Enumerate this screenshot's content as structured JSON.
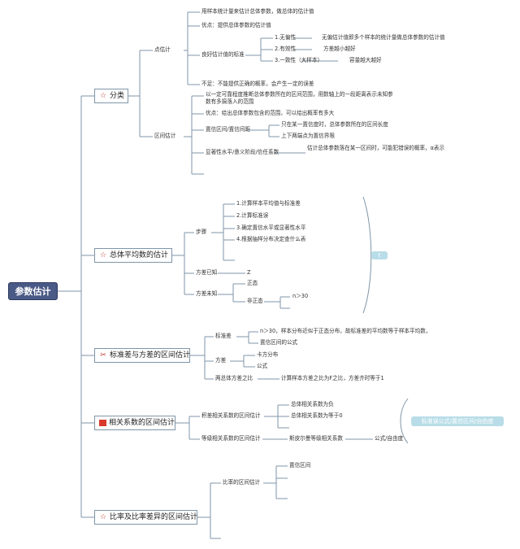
{
  "root": "参数估计",
  "branches": [
    {
      "label": "分类",
      "icon": "star-icon"
    },
    {
      "label": "总体平均数的估计",
      "icon": "star-icon"
    },
    {
      "label": "标准差与方差的区间估计",
      "icon": "tools-icon"
    },
    {
      "label": "相关系数的区间估计",
      "icon": "flag-icon"
    },
    {
      "label": "比率及比率差异的区间估计",
      "icon": "star-icon"
    }
  ],
  "b1": {
    "point": "点估计",
    "p1": "用样本统计量来估计总体参数，做总体的估计值",
    "p2": "优点：提供总体参数的估计值",
    "good": "良好估计值的标准",
    "g1": "1.无偏性",
    "g1d": "无偏估计值即多个样本的统计量做总体参数的估计值",
    "g2": "2.有效性",
    "g2d": "方差越小越好",
    "g3": "3.一致性（大样本）",
    "g3d": "容量越大越好",
    "p4": "不足：不能提供正确的概率，会产生一定的误差",
    "interval": "区间估计",
    "i1": "以一定可靠程度推断总体参数所在的区间范围，用数轴上的一段距离表示未知参数有多搞落入的范围",
    "i2": "优点：给出总体参数包含的范围，可以给出概率有多大",
    "ci": "置信区间/置信间距",
    "ci1": "只在某一置信度时，总体参数所在的区间长度",
    "ci2": "上下两端点为置信界限",
    "sig": "显著性水平/意义阶段/信任系数",
    "sigd": "估计总体参数落在某一区间时，可能犯错误的概率，α表示"
  },
  "b2": {
    "steps": "步骤",
    "s1": "1.计算样本平均值与标准差",
    "s2": "2.计算标准误",
    "s3": "3.确定置信水平或显著性水平",
    "s4": "4.根据抽样分布决定查什么表",
    "known": "方差已知",
    "z": "Z",
    "unknown": "方差未知",
    "normal": "正态",
    "nonnormal": "非正态",
    "n30": "n＞30",
    "pill": "t"
  },
  "b3": {
    "sd": "标准差",
    "sd1": "n＞30，样本分布近似于正态分布，故标准差的平均数等于样本平均数，",
    "sd2": "置信区间的公式",
    "var": "方差",
    "var1": "卡方分布",
    "var2": "公式",
    "ratio": "两总体方差之比",
    "ratio1": "计算样本方差之比为F之比，方差齐时等于1"
  },
  "b4": {
    "pearson": "积差相关系数的区间估计",
    "p1": "总体相关系数为负",
    "p2": "总体相关系数为等于0",
    "rank": "等级相关系数的区间估计",
    "spearman": "斯皮尔曼等级相关系数",
    "formula": "公式/自由度",
    "pill": "标准误公式/置信区间/自由度"
  },
  "b5": {
    "rate": "比率的区间估计",
    "ci": "置信区间"
  }
}
